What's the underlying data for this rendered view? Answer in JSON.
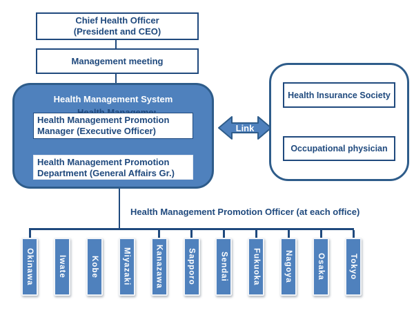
{
  "palette": {
    "dark_blue": "#1F497D",
    "fill_blue": "#4F81BD",
    "border_blue": "#2E5C8A",
    "white": "#FFFFFF"
  },
  "top_chain": {
    "chief_box": {
      "line1": "Chief Health Officer",
      "line2": "(President and CEO)"
    },
    "meeting_box": {
      "label": "Management meeting"
    }
  },
  "hms_group": {
    "title": "Health Management System",
    "manager_box": {
      "line1": "Health Management Promotion",
      "line2": "Manager (Executive Officer)"
    },
    "department_box": {
      "line1": "Health Management Promotion",
      "line2": "Department (General Affairs Gr.)"
    }
  },
  "link_arrow": {
    "label": "Link"
  },
  "external_group": {
    "insurance_box": {
      "label": "Health Insurance Society"
    },
    "physician_box": {
      "label": "Occupational physician"
    }
  },
  "offices_section": {
    "caption": "Health Management Promotion Officer (at each office)",
    "offices": [
      {
        "name": "Okinawa",
        "connector": true
      },
      {
        "name": "Iwate",
        "connector": false
      },
      {
        "name": "Kobe",
        "connector": false
      },
      {
        "name": "Miyazaki",
        "connector": false
      },
      {
        "name": "Kanazawa",
        "connector": true
      },
      {
        "name": "Sapporo",
        "connector": true
      },
      {
        "name": "Sendai",
        "connector": true
      },
      {
        "name": "Fukuoka",
        "connector": true
      },
      {
        "name": "Nagoya",
        "connector": true
      },
      {
        "name": "Osaka",
        "connector": true
      },
      {
        "name": "Tokyo",
        "connector": true
      }
    ]
  }
}
